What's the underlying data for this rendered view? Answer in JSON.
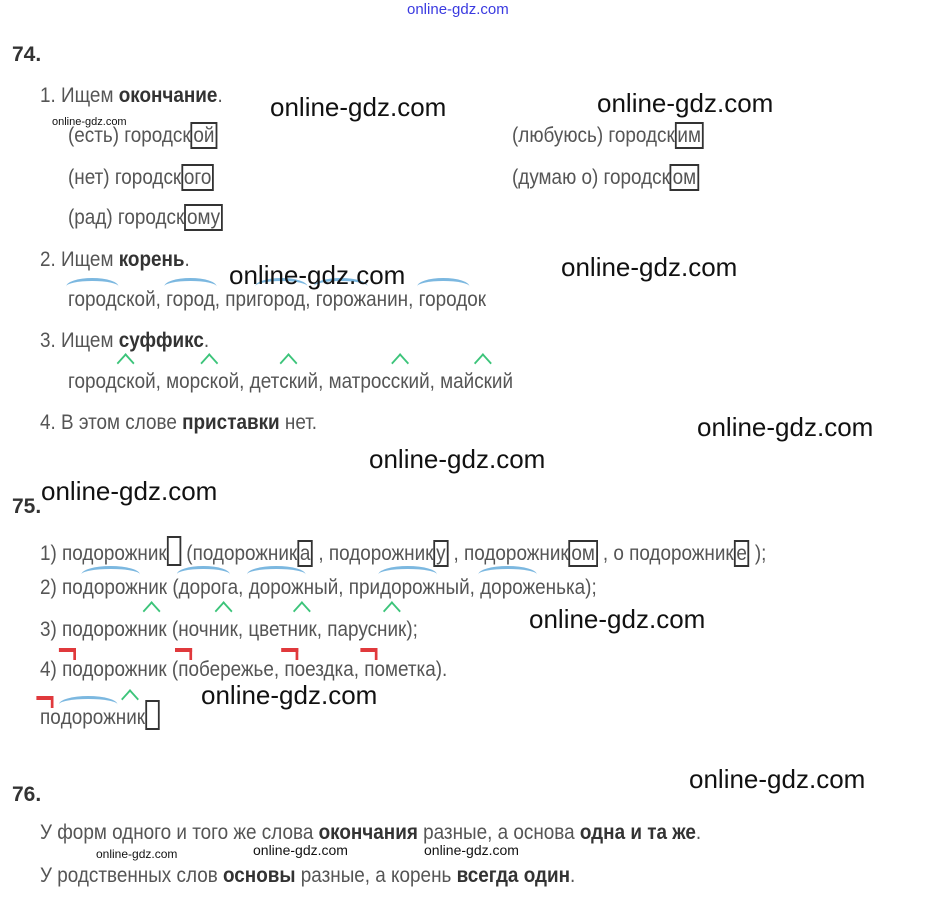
{
  "watermark": "online-gdz.com",
  "ex74": {
    "number": "74.",
    "lines": [
      [
        {
          "t": "1. Ищем "
        },
        {
          "t": "окончание",
          "b": 1
        },
        {
          "t": "."
        }
      ],
      [
        {
          "t": "(есть) городск"
        },
        {
          "t": "ой",
          "m": "ending"
        }
      ],
      [
        {
          "t": "(любуюсь) городск"
        },
        {
          "t": "им",
          "m": "ending"
        }
      ],
      [
        {
          "t": "(нет) городск"
        },
        {
          "t": "ого",
          "m": "ending"
        }
      ],
      [
        {
          "t": "(думаю о) городск"
        },
        {
          "t": "ом",
          "m": "ending"
        }
      ],
      [
        {
          "t": "(рад) городск"
        },
        {
          "t": "ому",
          "m": "ending"
        }
      ],
      [
        {
          "t": "2. Ищем "
        },
        {
          "t": "корень",
          "b": 1
        },
        {
          "t": "."
        }
      ],
      [
        {
          "t": "город",
          "m": "root"
        },
        {
          "t": "ской, "
        },
        {
          "t": "город",
          "m": "root"
        },
        {
          "t": ", при"
        },
        {
          "t": "город",
          "m": "root"
        },
        {
          "t": ", "
        },
        {
          "t": "горож",
          "m": "root"
        },
        {
          "t": "анин, "
        },
        {
          "t": "город",
          "m": "root"
        },
        {
          "t": "ок"
        }
      ],
      [
        {
          "t": "3. Ищем "
        },
        {
          "t": "суффикс",
          "b": 1
        },
        {
          "t": "."
        }
      ],
      [
        {
          "t": "город"
        },
        {
          "t": "ск",
          "m": "suffix"
        },
        {
          "t": "ой, мор"
        },
        {
          "t": "ск",
          "m": "suffix"
        },
        {
          "t": "ой, дет"
        },
        {
          "t": "ск",
          "m": "suffix"
        },
        {
          "t": "ий, матрос"
        },
        {
          "t": "ск",
          "m": "suffix"
        },
        {
          "t": "ий, май"
        },
        {
          "t": "ск",
          "m": "suffix"
        },
        {
          "t": "ий"
        }
      ],
      [
        {
          "t": "4. В этом слове "
        },
        {
          "t": "приставки",
          "b": 1
        },
        {
          "t": " нет."
        }
      ]
    ]
  },
  "ex75": {
    "number": "75.",
    "lines": [
      [
        {
          "t": "1) подорожник"
        },
        {
          "t": "",
          "m": "empty"
        },
        {
          "t": " (подорожник"
        },
        {
          "t": "а",
          "m": "ending"
        },
        {
          "t": " , подорожник"
        },
        {
          "t": "у",
          "m": "ending"
        },
        {
          "t": " , подорожник"
        },
        {
          "t": "ом",
          "m": "ending"
        },
        {
          "t": " , о подорожник"
        },
        {
          "t": "е",
          "m": "ending"
        },
        {
          "t": " );"
        }
      ],
      [
        {
          "t": "2) по"
        },
        {
          "t": "дорож",
          "m": "root"
        },
        {
          "t": "ник ("
        },
        {
          "t": "дорог",
          "m": "root"
        },
        {
          "t": "а, "
        },
        {
          "t": "дорож",
          "m": "root"
        },
        {
          "t": "ный, при"
        },
        {
          "t": "дорож",
          "m": "root"
        },
        {
          "t": "ный, "
        },
        {
          "t": "дорож",
          "m": "root"
        },
        {
          "t": "енька);"
        }
      ],
      [
        {
          "t": "3) подорож"
        },
        {
          "t": "ник",
          "m": "suffix"
        },
        {
          "t": " (ноч"
        },
        {
          "t": "ник",
          "m": "suffix"
        },
        {
          "t": ", цвет"
        },
        {
          "t": "ник",
          "m": "suffix"
        },
        {
          "t": ", парус"
        },
        {
          "t": "ник",
          "m": "suffix"
        },
        {
          "t": ");"
        }
      ],
      [
        {
          "t": "4) "
        },
        {
          "t": "по",
          "m": "prefix"
        },
        {
          "t": "дорожник ("
        },
        {
          "t": "по",
          "m": "prefix"
        },
        {
          "t": "бережье, "
        },
        {
          "t": "по",
          "m": "prefix"
        },
        {
          "t": "ездка, "
        },
        {
          "t": "по",
          "m": "prefix"
        },
        {
          "t": "метка)."
        }
      ],
      [
        {
          "t": "по",
          "m": "prefix"
        },
        {
          "t": "дорож",
          "m": "root"
        },
        {
          "t": "ник",
          "m": "suffix"
        },
        {
          "t": "",
          "m": "empty"
        }
      ]
    ]
  },
  "ex76": {
    "number": "76.",
    "lines": [
      [
        {
          "t": "У форм одного и того же слова "
        },
        {
          "t": "окончания",
          "b": 1
        },
        {
          "t": " разные, а основа "
        },
        {
          "t": "одна и та же",
          "b": 1
        },
        {
          "t": "."
        }
      ],
      [
        {
          "t": "У родственных слов "
        },
        {
          "t": "основы",
          "b": 1
        },
        {
          "t": " разные, а корень "
        },
        {
          "t": "всегда один",
          "b": 1
        },
        {
          "t": "."
        }
      ]
    ]
  },
  "colors": {
    "text": "#555555",
    "root": "#7cb8e0",
    "suffix": "#3cc47a",
    "prefix": "#e0393c"
  }
}
